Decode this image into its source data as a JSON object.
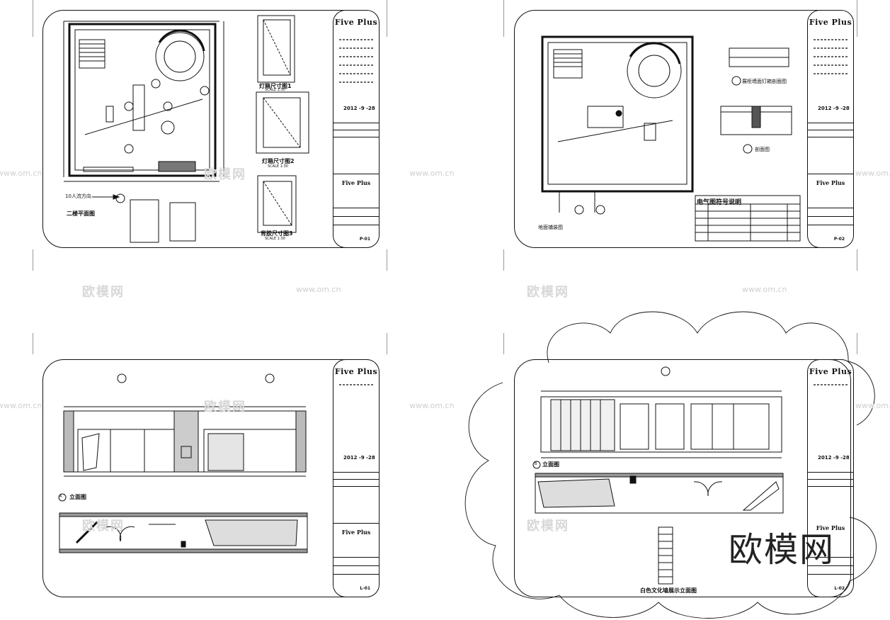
{
  "watermarks": {
    "site": "www.om.cn",
    "brand": "欧模网",
    "corner_brand": "欧模网"
  },
  "titleblock": {
    "brand": "Five Plus"
  },
  "sheet1": {
    "plan_title": "二楼平面图",
    "arrow_label": "10人流方向",
    "lamp_box_1": "灯箱尺寸图1",
    "lamp_box_2": "灯箱尺寸图2",
    "back_glue": "背胶尺寸图3",
    "scale_1": "SCALE 1:30",
    "scale_2": "SCALE 1:30",
    "scale_3": "SCALE 1:30",
    "date": "2012 -9 -28",
    "sheet_code": "P-01"
  },
  "sheet2": {
    "legend_title": "电气图符号说明",
    "section_1": "展柜墙面灯箱剖面图",
    "section_2": "剖面图",
    "plan_title": "地面铺装图",
    "date": "2012 -9 -28",
    "sheet_code": "P-02"
  },
  "sheet3": {
    "elevation_title": "立面图",
    "marker": "A",
    "date": "2012 -9 -28",
    "sheet_code": "L-01"
  },
  "sheet4": {
    "elevation_title": "立面图",
    "marker": "B",
    "bottom_title": "白色文化墙展示立面图",
    "date": "2012 -9 -28",
    "sheet_code": "L-02"
  }
}
